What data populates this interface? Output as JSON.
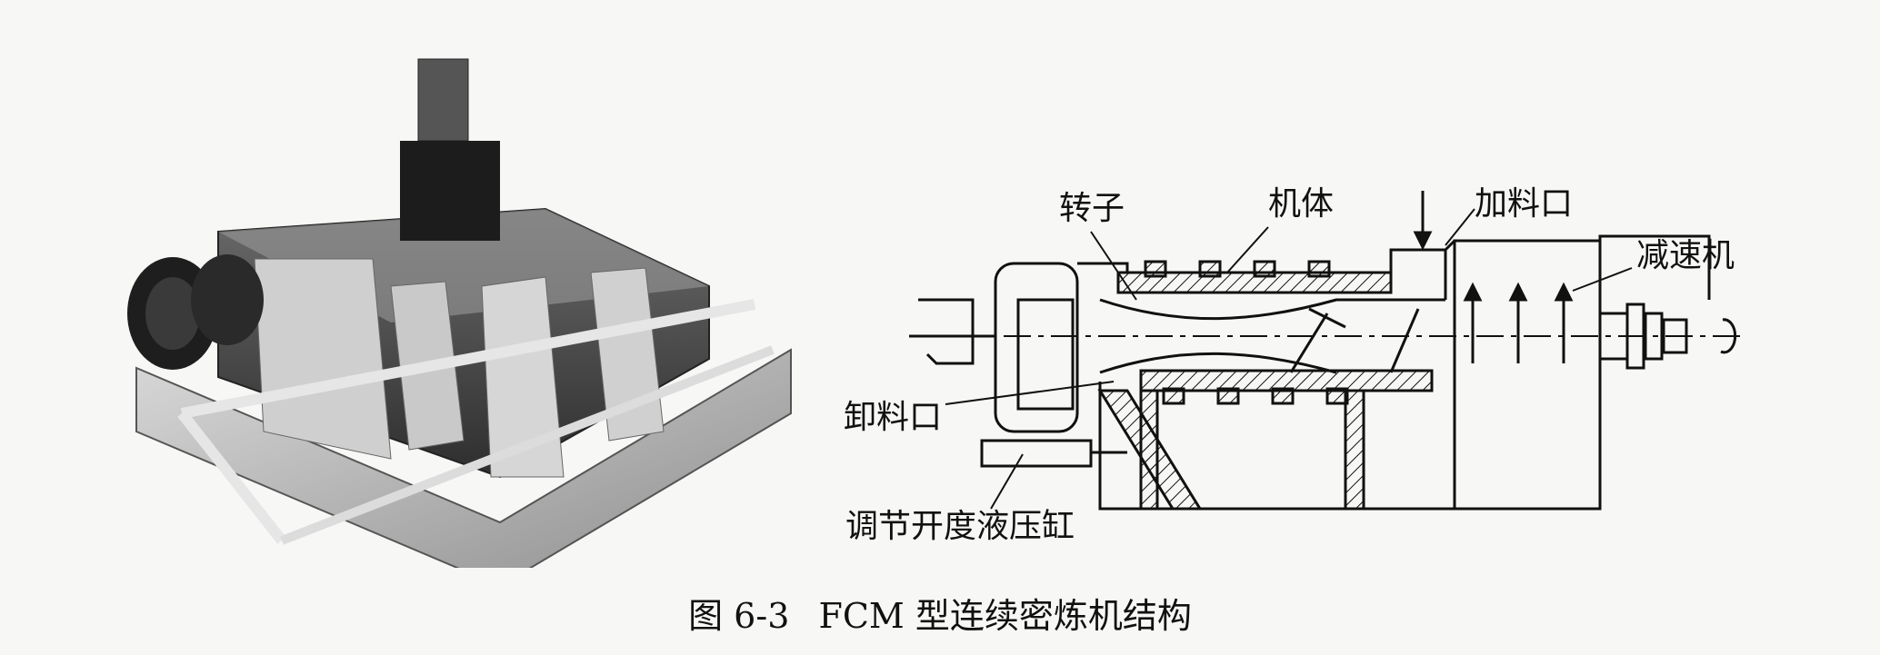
{
  "figure": {
    "photo": {
      "name": "machine-photo"
    },
    "diagram": {
      "labels": {
        "rotor": "转子",
        "body": "机体",
        "feed_port": "加料口",
        "reducer": "减速机",
        "discharge_port": "卸料口",
        "hydraulic_cylinder": "调节开度液压缸"
      }
    },
    "caption": {
      "number": "图 6-3",
      "title": "FCM 型连续密炼机结构"
    }
  }
}
